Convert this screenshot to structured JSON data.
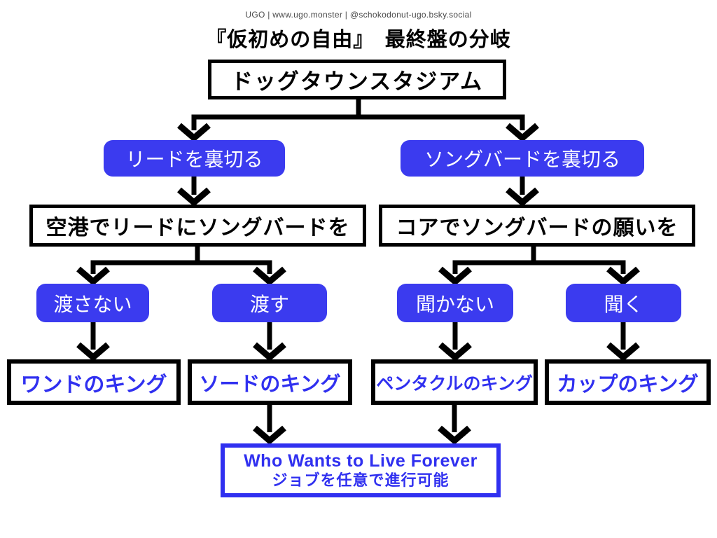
{
  "header": {
    "credit": "UGO | www.ugo.monster | @schokodonut-ugo.bsky.social",
    "title": "『仮初めの自由』　最終盤の分岐"
  },
  "colors": {
    "accent_blue": "#3b3bef",
    "blue_text": "#3030f0",
    "black": "#000000",
    "credit_gray": "#4a4a4a"
  },
  "flowchart": {
    "root": {
      "label": "ドッグタウンスタジアム"
    },
    "branch_left": {
      "choice": "リードを裏切る",
      "question": "空港でリードにソングバードを",
      "options": [
        {
          "label": "渡さない",
          "result": "ワンドのキング"
        },
        {
          "label": "渡す",
          "result": "ソードのキング"
        }
      ]
    },
    "branch_right": {
      "choice": "ソングバードを裏切る",
      "question": "コアでソングバードの願いを",
      "options": [
        {
          "label": "聞かない",
          "result": "ペンタクルのキング"
        },
        {
          "label": "聞く",
          "result": "カップのキング"
        }
      ]
    },
    "footer_box": {
      "line1": "Who Wants to Live Forever",
      "line2": "ジョブを任意で進行可能"
    }
  }
}
